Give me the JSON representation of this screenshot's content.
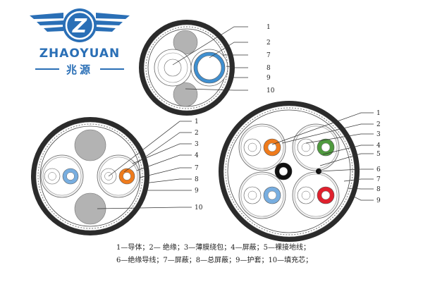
{
  "brand": {
    "name_en": "ZHAOYUAN",
    "name_cn": "兆源",
    "logo_letter": "Z",
    "color": "#2a6fb6"
  },
  "cables": [
    {
      "id": "top",
      "labels": [
        "1",
        "2",
        "7",
        "8",
        "9",
        "10"
      ]
    },
    {
      "id": "left",
      "labels": [
        "1",
        "2",
        "3",
        "4",
        "7",
        "8",
        "9",
        "10"
      ]
    },
    {
      "id": "right",
      "labels": [
        "1",
        "2",
        "3",
        "4",
        "5",
        "6",
        "7",
        "8",
        "9"
      ]
    }
  ],
  "legend": {
    "line1": "1—导体；2— 绝缘；3—薄膜绕包；4—屏蔽；5—裸接地线；",
    "line2": "6—绝缘导线；7—屏蔽；8—总屏蔽；9—护套；10—填充芯；"
  },
  "colors": {
    "jacket": "#2b2b2b",
    "filler": "#b3b3b3",
    "blue": "#3f8fd0",
    "light_blue": "#78aee0",
    "orange": "#ef7b1c",
    "green": "#4f9a3e",
    "red": "#e0202d",
    "shield_pair": "#ededed"
  }
}
